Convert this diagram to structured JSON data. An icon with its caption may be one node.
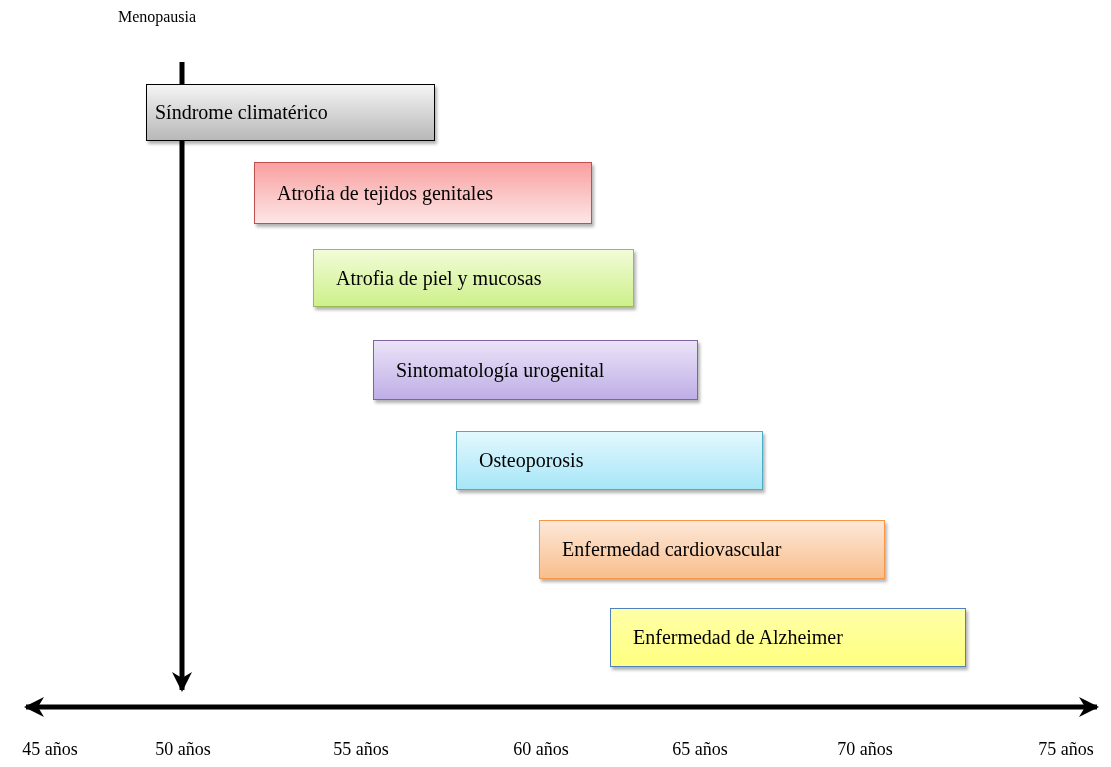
{
  "diagram": {
    "nodes": [
      {
        "text": [
          "Síndrome climatérico"
        ]
      },
      {
        "text": [
          "Atrofia de tejidos genitales"
        ]
      },
      {
        "text": [
          "Atrofia de piel y mucosas"
        ]
      },
      {
        "text": [
          "Sintomatología urogenital"
        ]
      },
      {
        "text": [
          "Osteoporosis"
        ]
      },
      {
        "text": [
          "Enfermedad cardiovascular"
        ]
      },
      {
        "text": [
          "Enfermedad de Alzheimer"
        ]
      }
    ],
    "labels": [
      "Menopausia",
      "45 años",
      "50 años",
      "55 años",
      "60 años",
      "65 años",
      "70 años",
      "75 años"
    ]
  }
}
